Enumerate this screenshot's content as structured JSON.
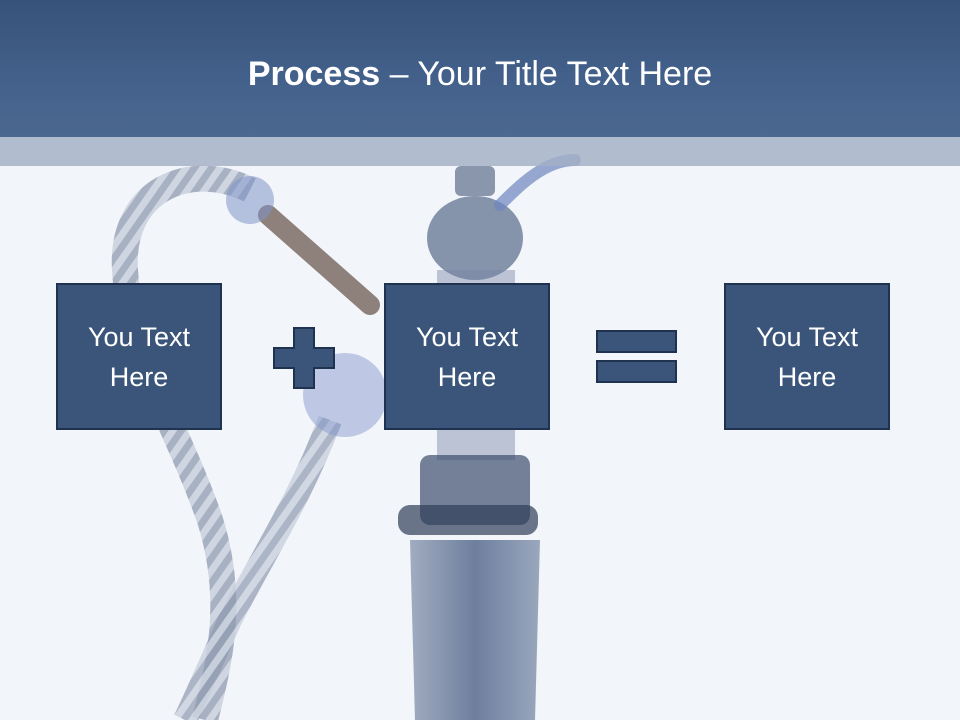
{
  "slide": {
    "title_strong": "Process",
    "title_rest": " – Your Title Text Here"
  },
  "process": {
    "boxes": [
      {
        "line1": "You Text",
        "line2": "Here"
      },
      {
        "line1": "You Text",
        "line2": "Here"
      },
      {
        "line1": "You Text",
        "line2": "Here"
      }
    ],
    "operators": [
      "plus",
      "equals"
    ]
  },
  "colors": {
    "header": "#42608a",
    "band": "#a2b0c4",
    "box_fill": "#3a5579",
    "box_border": "#1f3250",
    "background": "#f2f5f9"
  }
}
